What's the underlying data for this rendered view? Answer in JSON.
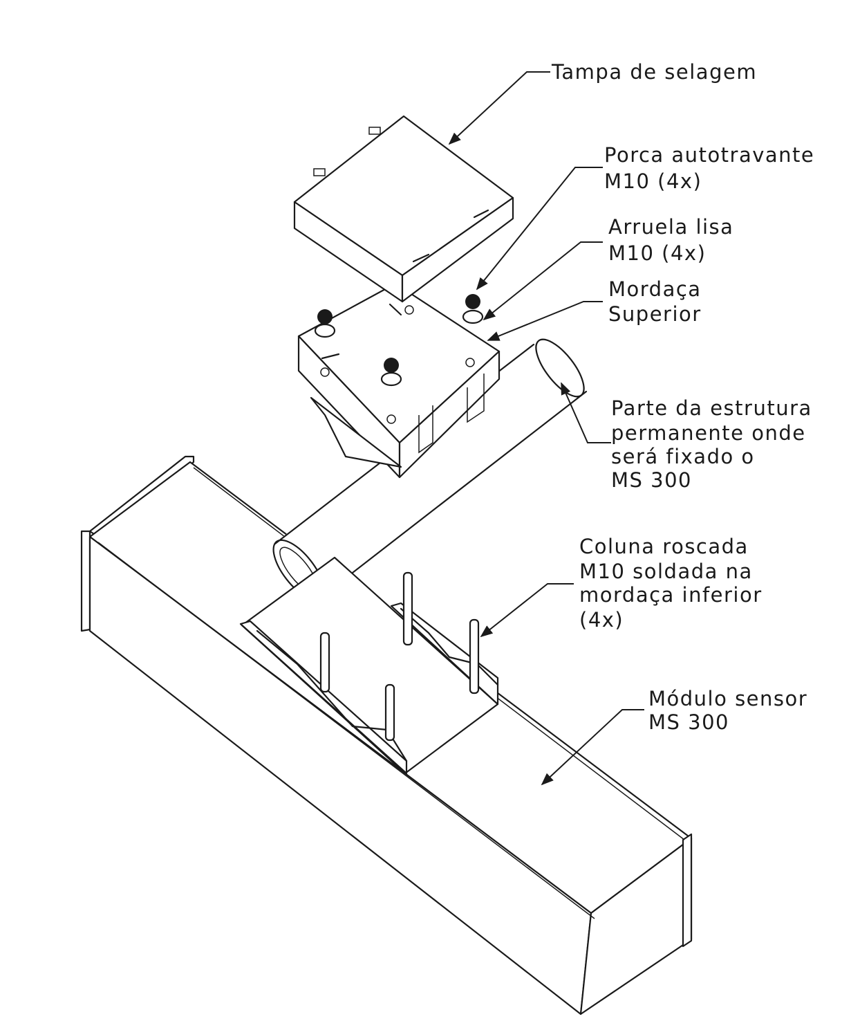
{
  "labels": {
    "tampa": [
      "Tampa de selagem"
    ],
    "porca": [
      "Porca autotravante",
      "M10 (4x)"
    ],
    "arruela": [
      "Arruela lisa",
      "M10 (4x)"
    ],
    "mordaca": [
      "Mordaça",
      "Superior"
    ],
    "estrutura": [
      "Parte da estrutura",
      "permanente onde",
      "será fixado o",
      "MS 300"
    ],
    "coluna": [
      "Coluna roscada",
      "M10 soldada na",
      "mordaça inferior",
      "(4x)"
    ],
    "modulo": [
      "Módulo sensor",
      "MS 300"
    ]
  }
}
